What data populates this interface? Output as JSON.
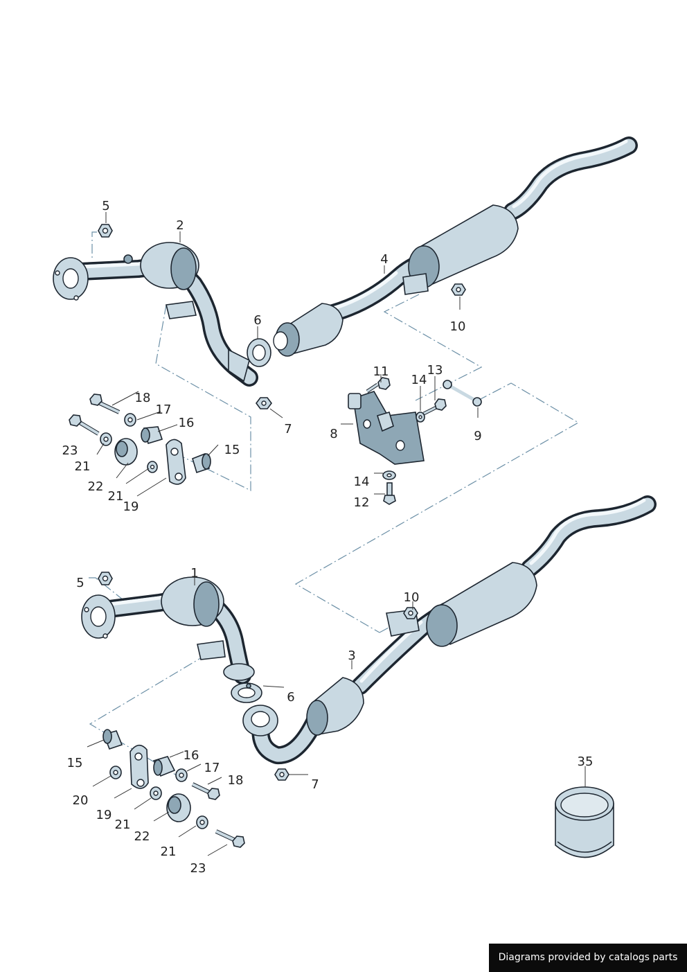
{
  "callouts_upper": [
    "5",
    "2",
    "4",
    "6",
    "10",
    "18",
    "17",
    "16",
    "23",
    "21",
    "15",
    "22",
    "21",
    "19",
    "7",
    "11",
    "13",
    "14",
    "8",
    "9",
    "14",
    "12"
  ],
  "callouts_lower": [
    "5",
    "1",
    "10",
    "3",
    "6",
    "16",
    "15",
    "17",
    "18",
    "20",
    "19",
    "21",
    "22",
    "21",
    "23",
    "7",
    "35"
  ],
  "credit": "Diagrams provided by catalogs parts",
  "colors": {
    "metal": "#c9d9e2",
    "metal_dark": "#8ea7b5",
    "outline": "#1d2630",
    "dashed_leader": "#6b8fa6",
    "credit_bg": "#0b0b0b"
  }
}
